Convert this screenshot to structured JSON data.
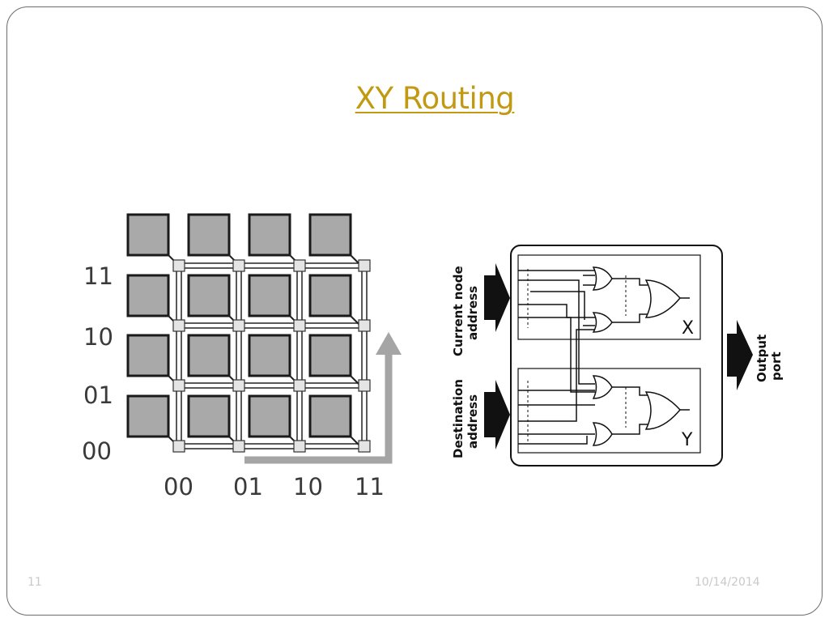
{
  "slide": {
    "title": "XY Routing",
    "number": "11",
    "date": "10/14/2014"
  },
  "mesh": {
    "row_labels": [
      "11",
      "10",
      "01",
      "00"
    ],
    "col_labels": [
      "00",
      "01",
      "10",
      "11"
    ]
  },
  "circuit": {
    "input_top": [
      "Current node",
      "address"
    ],
    "input_bottom": [
      "Destination",
      "address"
    ],
    "output": [
      "Output",
      "port"
    ],
    "register_x": "X",
    "register_y": "Y"
  },
  "colors": {
    "title": "#c19a12",
    "tile_fill": "#a9a9a9",
    "arrow": "#a5a5a5"
  }
}
